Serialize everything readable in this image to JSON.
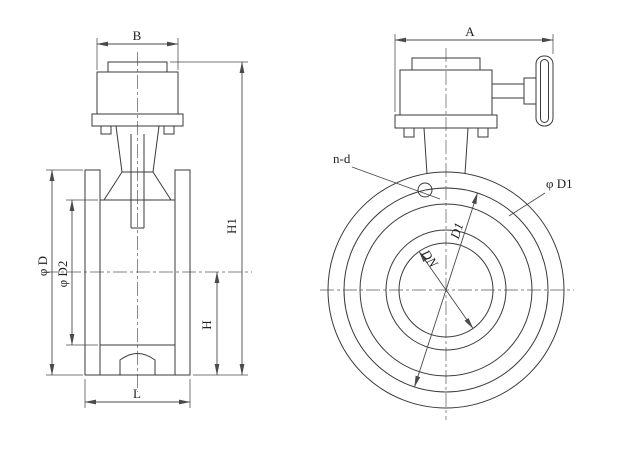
{
  "colors": {
    "background": "#ffffff",
    "line": "#3a3a3a"
  },
  "side_view": {
    "dim_b": "B",
    "dim_h1": "H1",
    "dim_h": "H",
    "dim_l": "L",
    "dim_phi_d": "φ D",
    "dim_phi_d2": "φ D2"
  },
  "front_view": {
    "dim_a": "A",
    "bolt_note": "n-d",
    "dim_phi_d1": "φ D1",
    "dim_d1": "D1",
    "dim_dn": "DN"
  }
}
